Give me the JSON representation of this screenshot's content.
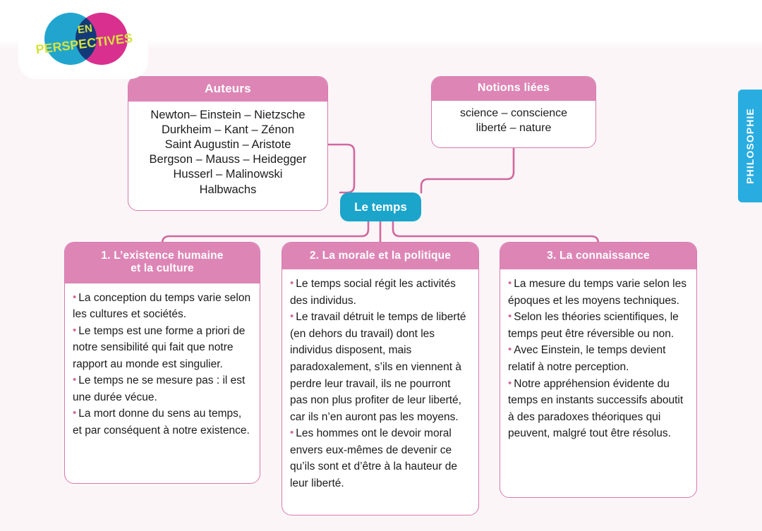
{
  "logo": {
    "line1": "EN",
    "line2": "PERSPECTIVES",
    "colors": {
      "left_circle": "#21A5CE",
      "right_circle": "#D9308F",
      "overlap": "#123A78",
      "text": "#D6E23C"
    }
  },
  "side_tab": {
    "label": "PHILOSOPHIE",
    "color": "#29ADE0"
  },
  "center_node": {
    "label": "Le temps",
    "color": "#1BA5CB"
  },
  "theme": {
    "header_pink": "#DD86B6",
    "border_pink": "#D87AAE",
    "connector_pink": "#D1689E",
    "bullet_pink": "#D06A9A",
    "page_background": "#FBF5F8"
  },
  "cards": {
    "auteurs": {
      "title": "Auteurs",
      "lines": [
        "Newton– Einstein – Nietzsche",
        "Durkheim – Kant – Zénon",
        "Saint Augustin – Aristote",
        "Bergson – Mauss – Heidegger",
        "Husserl – Malinowski",
        "Halbwachs"
      ]
    },
    "notions": {
      "title": "Notions liées",
      "lines": [
        "science – conscience",
        "liberté – nature"
      ]
    },
    "column1": {
      "title_line1": "1. L’existence humaine",
      "title_line2": "et la culture",
      "bullets": [
        "La conception du temps varie selon les cultures et sociétés.",
        "Le temps est une forme a priori de notre sensibilité qui fait que notre rapport au monde est singulier.",
        "Le temps ne se mesure pas : il est une durée vécue.",
        "La mort donne du sens au temps, et par conséquent à notre existence."
      ]
    },
    "column2": {
      "title_line1": "2. La morale et la politique",
      "title_line2": "",
      "bullets": [
        "Le temps social régit les activités des individus.",
        "Le travail détruit le temps de liberté (en dehors du travail) dont les individus disposent, mais paradoxalement, s’ils en viennent à perdre leur travail, ils ne pourront pas non plus profiter de leur liberté, car ils n’en auront pas les moyens.",
        "Les hommes ont le devoir moral envers eux-mêmes de devenir ce qu’ils sont et d’être à la hauteur de leur liberté."
      ]
    },
    "column3": {
      "title_line1": "3. La connaissance",
      "title_line2": "",
      "bullets": [
        "La mesure du temps varie selon les époques et les moyens techniques.",
        "Selon les théories scientifiques, le temps peut être réversible ou non.",
        "Avec Einstein, le temps devient relatif à notre perception.",
        "Notre appréhension évidente du temps en instants successifs aboutit à des paradoxes théoriques qui peuvent, malgré tout être résolus."
      ]
    }
  }
}
